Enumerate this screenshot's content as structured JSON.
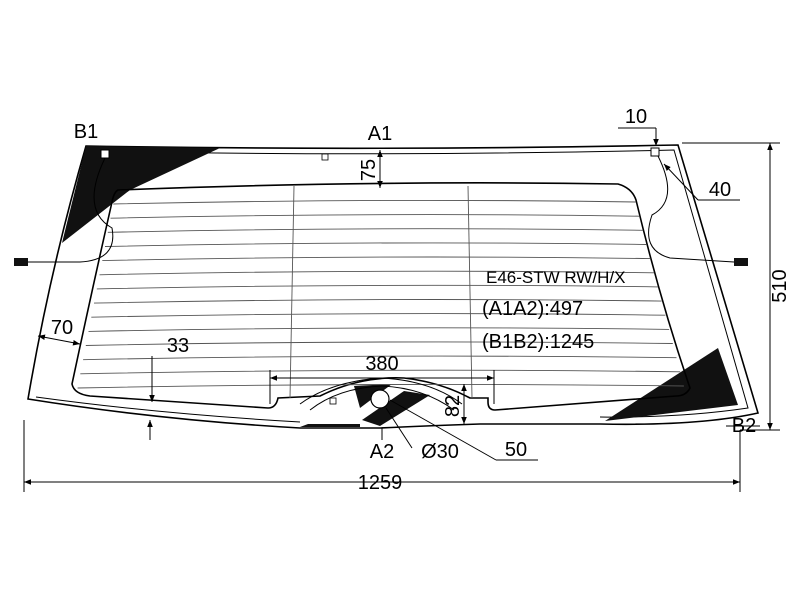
{
  "drawing": {
    "model_code": "E46-STW RW/H/X",
    "distance_a1a2": "(A1A2):497",
    "distance_b1b2": "(B1B2):1245",
    "points": {
      "a1": "A1",
      "a2": "A2",
      "b1": "B1",
      "b2": "B2"
    },
    "dimensions": {
      "top_clip_offset": "10",
      "right_wire_offset": "40",
      "height": "510",
      "width": "1259",
      "top_band": "75",
      "side_band": "70",
      "bottom_band": "33",
      "cutout_width": "380",
      "cutout_height": "82",
      "hole_diameter": "Ø30",
      "hole_offset": "50"
    }
  }
}
